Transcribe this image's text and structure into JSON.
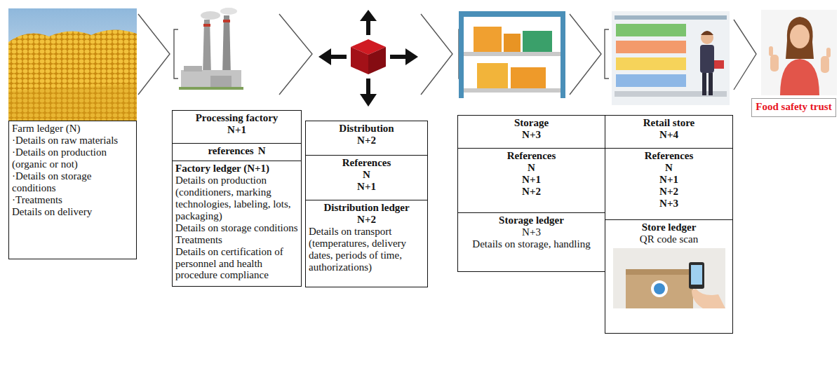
{
  "diagram": {
    "nodes": [
      {
        "text": [
          "Farm ledger (N)",
          "·Details on raw materials",
          "·Details on production (organic or not)",
          "·Details on storage conditions",
          "·Treatments",
          "Details on delivery"
        ]
      },
      {
        "text": [
          "Processing factory",
          "N+1"
        ]
      },
      {
        "text": [
          "references",
          "N"
        ]
      },
      {
        "text": [
          "Factory ledger (N+1)",
          "Details on production (conditioners, marking technologies, labeling, lots, packaging)",
          "Details on storage conditions",
          "Treatments",
          "Details on certification of personnel and health procedure compliance"
        ]
      },
      {
        "text": [
          "Distribution",
          "N+2"
        ]
      },
      {
        "text": [
          "References",
          "N",
          "N+1"
        ]
      },
      {
        "text": [
          "Distribution ledger",
          "N+2",
          "Details on transport (temperatures, delivery dates, periods of time, authorizations)"
        ]
      },
      {
        "text": [
          "Storage",
          "N+3"
        ]
      },
      {
        "text": [
          "References",
          "N",
          "N+1",
          "N+2"
        ]
      },
      {
        "text": [
          "Storage ledger",
          "N+3",
          "Details on storage, handling"
        ]
      },
      {
        "text": [
          "Retail store",
          "N+4"
        ]
      },
      {
        "text": [
          "References",
          "N",
          "N+1",
          "N+2",
          "N+3"
        ]
      },
      {
        "text": [
          "Store ledger",
          "QR code scan"
        ]
      },
      {
        "text": [
          "Food safety trust"
        ]
      }
    ]
  }
}
